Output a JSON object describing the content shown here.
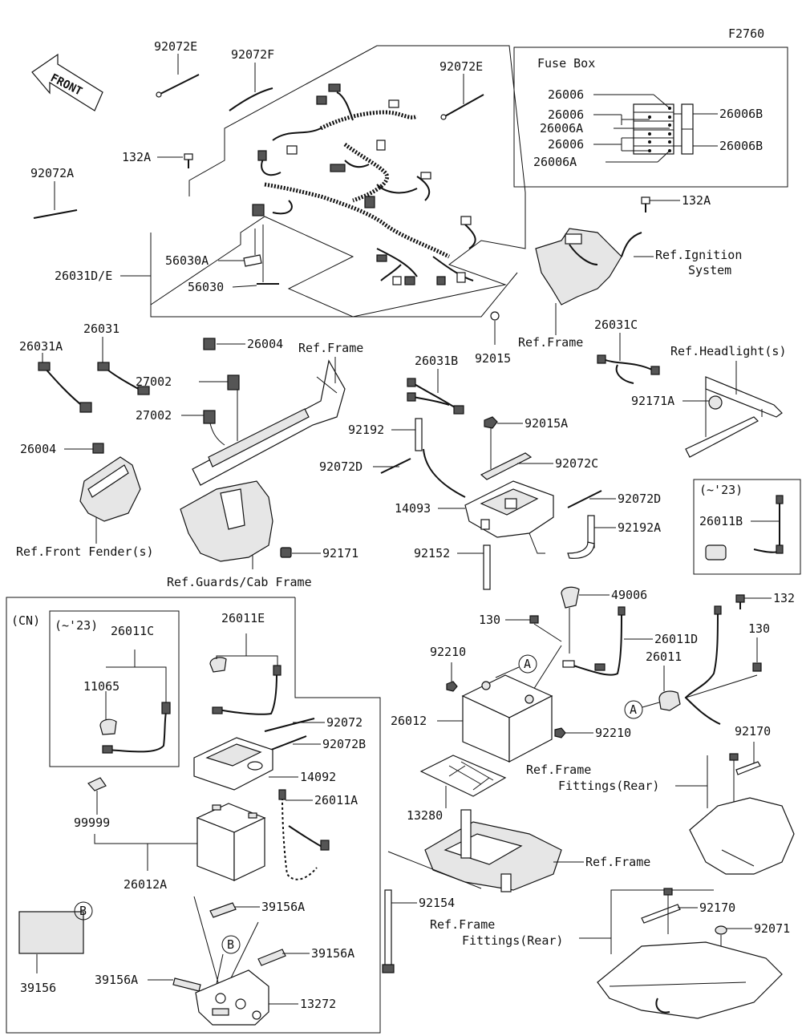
{
  "figure_code": "F2760",
  "front_label": "FRONT",
  "fuse_box": {
    "title": "Fuse Box",
    "labels": [
      "26006",
      "26006",
      "26006A",
      "26006",
      "26006A",
      "26006B",
      "26006B"
    ]
  },
  "parts": {
    "p92072E_a": "92072E",
    "p92072F": "92072F",
    "p92072E_b": "92072E",
    "p132A_a": "132A",
    "p92072A": "92072A",
    "p26031DE": "26031D/E",
    "p56030A": "56030A",
    "p56030": "56030",
    "p132A_b": "132A",
    "p26004_a": "26004",
    "p92015": "92015",
    "p26031": "26031",
    "p26031A": "26031A",
    "p27002_a": "27002",
    "p27002_b": "27002",
    "p26004_b": "26004",
    "p26031B": "26031B",
    "p26031C": "26031C",
    "p92171A": "92171A",
    "p92192": "92192",
    "p92015A": "92015A",
    "p92072D_a": "92072D",
    "p92072C": "92072C",
    "p14093": "14093",
    "p92072D_b": "92072D",
    "p92192A": "92192A",
    "p92152": "92152",
    "p92171": "92171",
    "p26011B": "26011B",
    "p49006": "49006",
    "p130_a": "130",
    "p132": "132",
    "p130_b": "130",
    "p92210_a": "92210",
    "p26011D": "26011D",
    "p26011": "26011",
    "p26012": "26012",
    "p92210_b": "92210",
    "p92170_a": "92170",
    "p13280": "13280",
    "p92154": "92154",
    "p92170_b": "92170",
    "p92071": "92071",
    "p26011C": "26011C",
    "p11065": "11065",
    "p26011E": "26011E",
    "p92072": "92072",
    "p92072B": "92072B",
    "p14092": "14092",
    "p26011A": "26011A",
    "p99999": "99999",
    "p26012A": "26012A",
    "p39156A_a": "39156A",
    "p39156A_b": "39156A",
    "p39156A_c": "39156A",
    "p39156": "39156",
    "p13272": "13272"
  },
  "refs": {
    "ignition_1": "Ref.Ignition",
    "ignition_2": "System",
    "frame_a": "Ref.Frame",
    "frame_b": "Ref.Frame",
    "headlight": "Ref.Headlight(s)",
    "front_fender": "Ref.Front Fender(s)",
    "guards": "Ref.Guards/Cab Frame",
    "frame_fittings_a1": "Ref.Frame",
    "frame_fittings_a2": "Fittings(Rear)",
    "frame_c": "Ref.Frame",
    "frame_fittings_b1": "Ref.Frame",
    "frame_fittings_b2": "Fittings(Rear)"
  },
  "callouts": {
    "a1": "A",
    "a2": "A",
    "b1": "B",
    "b2": "B"
  },
  "variants": {
    "cn": "(CN)",
    "until23_a": "(~'23)",
    "until23_b": "(~'23)"
  }
}
